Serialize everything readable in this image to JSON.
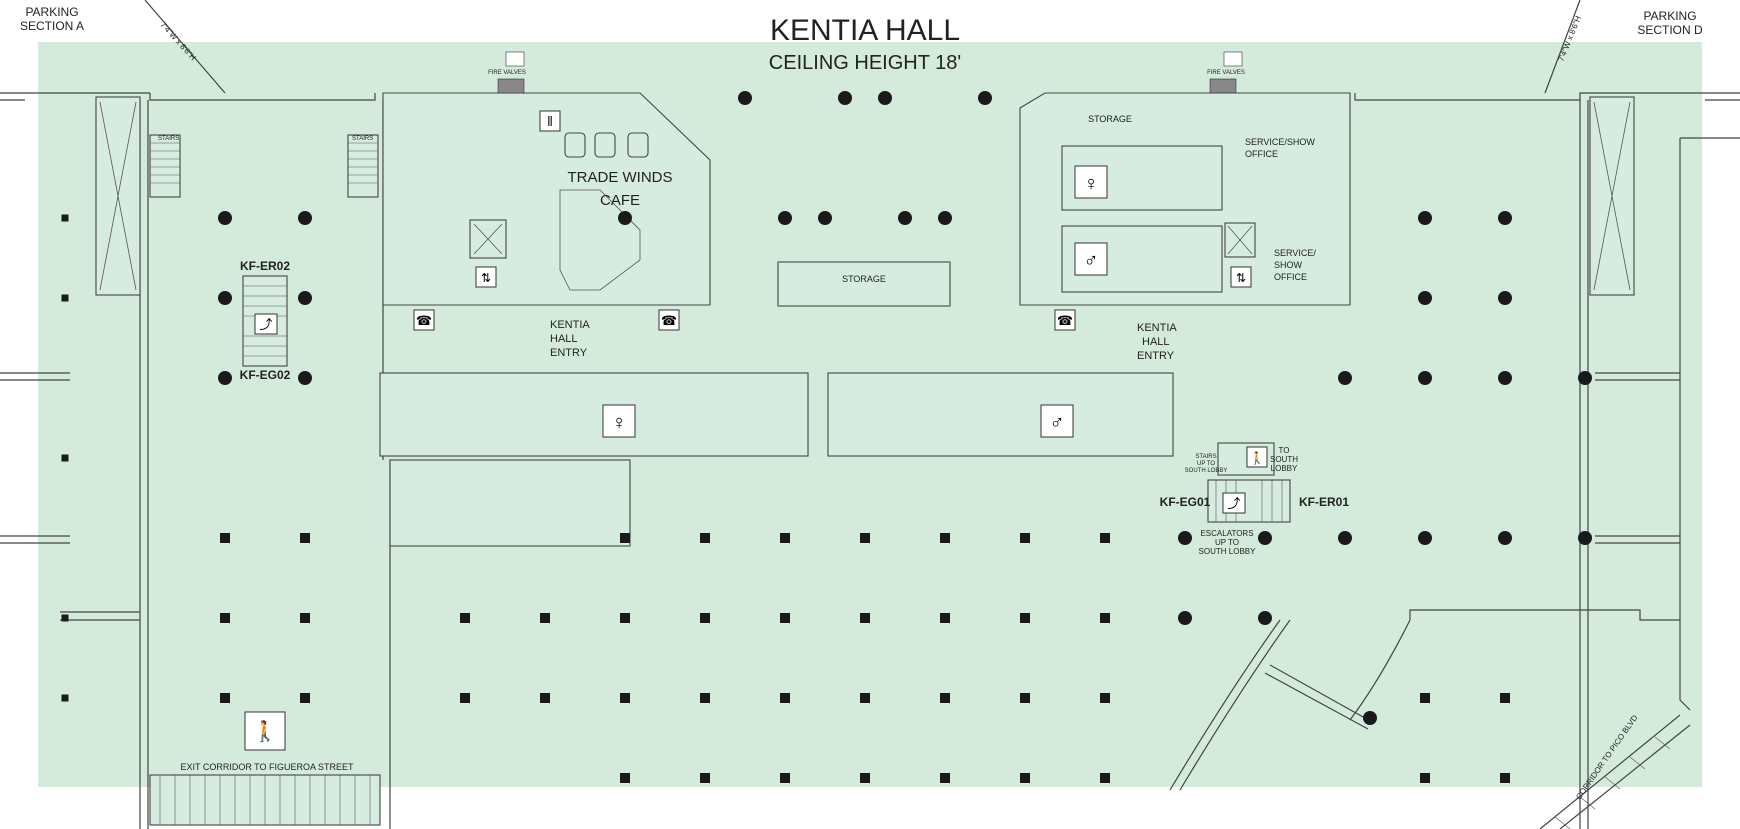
{
  "title": "KENTIA HALL",
  "subtitle": "CEILING HEIGHT 18'",
  "colors": {
    "floor": "#d4ebdc",
    "wall": "#444444",
    "column": "#1a1a1a",
    "background": "#ffffff"
  },
  "parking": {
    "a": [
      "PARKING",
      "SECTION  A"
    ],
    "d": [
      "PARKING",
      "SECTION  D"
    ]
  },
  "doors": {
    "left": "7'4\"W x 8'6\"H",
    "right": "7'4\"W x 8'6\"H"
  },
  "fire_valves": [
    "FIRE VALVES",
    "FIRE VALVES"
  ],
  "stairs": [
    "STAIRS",
    "STAIRS"
  ],
  "cafe": [
    "TRADE WINDS",
    "CAFE"
  ],
  "storage": [
    "STORAGE",
    "STORAGE"
  ],
  "service_show_office_1": [
    "SERVICE/SHOW",
    "OFFICE"
  ],
  "service_show_office_2": [
    "SERVICE/",
    "SHOW",
    "OFFICE"
  ],
  "entries": {
    "left": [
      "KENTIA",
      "HALL",
      "ENTRY"
    ],
    "right": [
      "KENTIA",
      "HALL",
      "ENTRY"
    ]
  },
  "escalator_codes": {
    "er02": "KF-ER02",
    "eg02": "KF-EG02",
    "eg01": "KF-EG01",
    "er01": "KF-ER01"
  },
  "south_lobby": {
    "stairs": [
      "STAIRS",
      "UP TO",
      "SOUTH LOBBY"
    ],
    "to": [
      "TO",
      "SOUTH",
      "LOBBY"
    ],
    "escalators": [
      "ESCALATORS",
      "UP TO",
      "SOUTH LOBBY"
    ]
  },
  "exit_corridor": "EXIT CORRIDOR TO FIGUEROA STREET",
  "corridor_pico": "CORRIDOR TO PICO BLVD",
  "icons": [
    "restroom-women-icon",
    "restroom-men-icon",
    "elevator-icon",
    "phone-icon",
    "escalator-icon",
    "exit-stairs-icon",
    "restaurant-icon"
  ]
}
